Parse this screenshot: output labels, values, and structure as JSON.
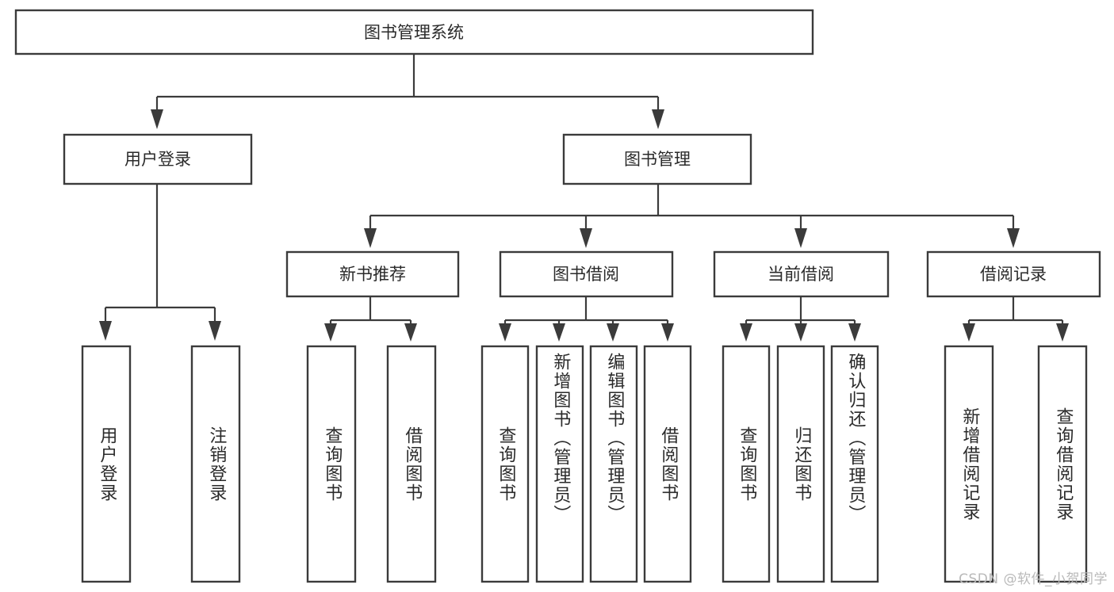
{
  "diagram": {
    "title_node": {
      "label": "图书管理系统"
    },
    "level2": [
      {
        "id": "user-login",
        "label": "用户登录"
      },
      {
        "id": "book-management",
        "label": "图书管理"
      }
    ],
    "level3": [
      {
        "id": "new-book-recommend",
        "label": "新书推荐"
      },
      {
        "id": "book-borrow",
        "label": "图书借阅"
      },
      {
        "id": "current-borrow",
        "label": "当前借阅"
      },
      {
        "id": "borrow-record",
        "label": "借阅记录"
      }
    ],
    "leaves": [
      {
        "id": "leaf-user-login",
        "label": "用户登录"
      },
      {
        "id": "leaf-logout-login",
        "label": "注销登录"
      },
      {
        "id": "leaf-query-book-1",
        "label": "查询图书"
      },
      {
        "id": "leaf-borrow-book-1",
        "label": "借阅图书"
      },
      {
        "id": "leaf-query-book-2",
        "label": "查询图书"
      },
      {
        "id": "leaf-add-book-admin",
        "label": "新增图书（管理员）"
      },
      {
        "id": "leaf-edit-book-admin",
        "label": "编辑图书（管理员）"
      },
      {
        "id": "leaf-borrow-book-2",
        "label": "借阅图书"
      },
      {
        "id": "leaf-query-book-3",
        "label": "查询图书"
      },
      {
        "id": "leaf-return-book",
        "label": "归还图书"
      },
      {
        "id": "leaf-confirm-return-admin",
        "label": "确认归还（管理员）"
      },
      {
        "id": "leaf-add-borrow-record",
        "label": "新增借阅记录"
      },
      {
        "id": "leaf-query-borrow-record",
        "label": "查询借阅记录"
      }
    ],
    "watermark": "CSDN @软件_小贺同学",
    "colors": {
      "box_stroke": "#3b3b3b",
      "connector": "#3b3b3b",
      "text": "#2a2a2a",
      "background": "#ffffff",
      "watermark": "#b9b9b9"
    }
  }
}
